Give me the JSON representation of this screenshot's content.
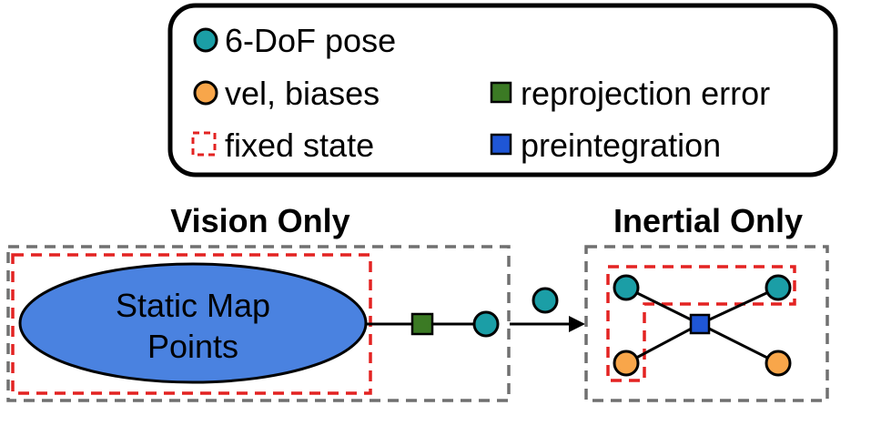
{
  "legend": {
    "pose_label": "6-DoF pose",
    "vel_label": "vel, biases",
    "fixed_label": "fixed state",
    "reproj_label": "reprojection error",
    "preint_label": "preintegration"
  },
  "vision": {
    "title": "Vision Only",
    "map_line1": "Static Map",
    "map_line2": "Points"
  },
  "inertial": {
    "title": "Inertial Only"
  },
  "colors": {
    "pose": "#1b9ea6",
    "vel": "#f8a64a",
    "reproj": "#3b7a24",
    "preint": "#1f56d6",
    "fixed_border": "#e32322",
    "group_border": "#707070",
    "map_fill": "#4a82e0"
  }
}
